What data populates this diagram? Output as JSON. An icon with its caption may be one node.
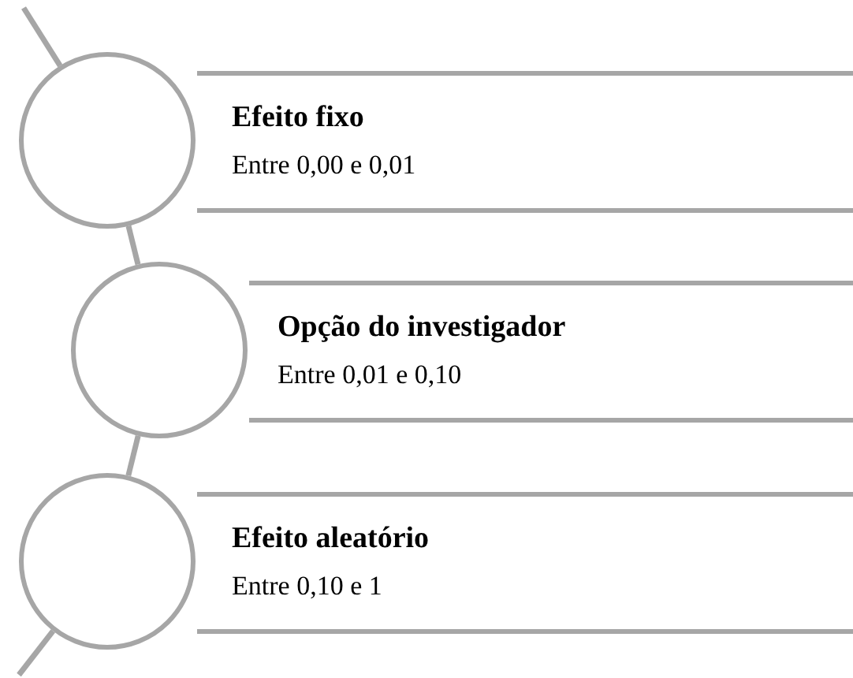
{
  "diagram": {
    "nodes": [
      {
        "text": [],
        "shape": "circle"
      },
      {
        "text": [
          "Efeito fixo",
          "Entre 0,00 e 0,01"
        ]
      },
      {
        "text": [],
        "shape": "circle"
      },
      {
        "text": [
          "Opção do investigador",
          "Entre 0,01 e 0,10"
        ]
      },
      {
        "text": [],
        "shape": "circle"
      },
      {
        "text": [
          "Efeito aleatório",
          "Entre 0,10 e 1"
        ]
      }
    ],
    "edges": [
      {
        "from": null,
        "to": 0,
        "arrow": "none"
      },
      {
        "from": 0,
        "to": 2,
        "arrow": "none"
      },
      {
        "from": 2,
        "to": 4,
        "arrow": "none"
      },
      {
        "from": 4,
        "to": null,
        "arrow": "none"
      }
    ]
  }
}
